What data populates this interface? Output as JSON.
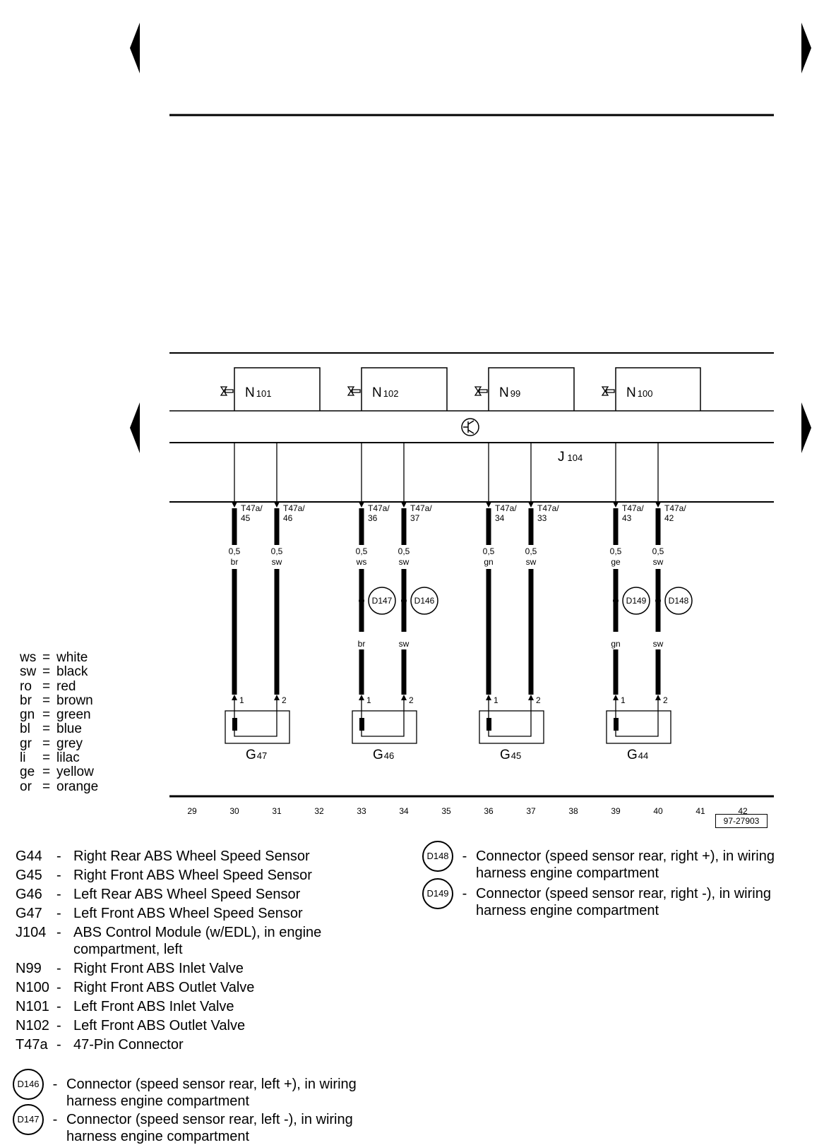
{
  "module": {
    "code": "J",
    "sub": "104"
  },
  "valves": [
    {
      "code": "N",
      "sub": "101"
    },
    {
      "code": "N",
      "sub": "102"
    },
    {
      "code": "N",
      "sub": "99"
    },
    {
      "code": "N",
      "sub": "100"
    }
  ],
  "sensors": [
    {
      "code": "G",
      "sub": "47",
      "wires": [
        {
          "pin_top": "T47a/",
          "pin_num": "45",
          "size": "0,5",
          "color": "br",
          "pin": "1"
        },
        {
          "pin_top": "T47a/",
          "pin_num": "46",
          "size": "0,5",
          "color": "sw",
          "pin": "2"
        }
      ]
    },
    {
      "code": "G",
      "sub": "46",
      "wires": [
        {
          "pin_top": "T47a/",
          "pin_num": "36",
          "size": "0,5",
          "color": "ws",
          "connector": "D147",
          "color_below": "br",
          "pin": "1"
        },
        {
          "pin_top": "T47a/",
          "pin_num": "37",
          "size": "0,5",
          "color": "sw",
          "connector": "D146",
          "color_below": "sw",
          "pin": "2"
        }
      ]
    },
    {
      "code": "G",
      "sub": "45",
      "wires": [
        {
          "pin_top": "T47a/",
          "pin_num": "34",
          "size": "0,5",
          "color": "gn",
          "pin": "1"
        },
        {
          "pin_top": "T47a/",
          "pin_num": "33",
          "size": "0,5",
          "color": "sw",
          "pin": "2"
        }
      ]
    },
    {
      "code": "G",
      "sub": "44",
      "wires": [
        {
          "pin_top": "T47a/",
          "pin_num": "43",
          "size": "0,5",
          "color": "ge",
          "connector": "D149",
          "color_below": "gn",
          "pin": "1"
        },
        {
          "pin_top": "T47a/",
          "pin_num": "42",
          "size": "0,5",
          "color": "sw",
          "connector": "D148",
          "color_below": "sw",
          "pin": "2"
        }
      ]
    }
  ],
  "grid_numbers": [
    "29",
    "30",
    "31",
    "32",
    "33",
    "34",
    "35",
    "36",
    "37",
    "38",
    "39",
    "40",
    "41",
    "42"
  ],
  "figure_code": "97-27903",
  "color_codes": [
    {
      "code": "ws",
      "name": "white"
    },
    {
      "code": "sw",
      "name": "black"
    },
    {
      "code": "ro",
      "name": "red"
    },
    {
      "code": "br",
      "name": "brown"
    },
    {
      "code": "gn",
      "name": "green"
    },
    {
      "code": "bl",
      "name": "blue"
    },
    {
      "code": "gr",
      "name": "grey"
    },
    {
      "code": "li",
      "name": "lilac"
    },
    {
      "code": "ge",
      "name": "yellow"
    },
    {
      "code": "or",
      "name": "orange"
    }
  ],
  "legend": [
    {
      "code": "G44",
      "desc": "Right Rear ABS Wheel Speed Sensor"
    },
    {
      "code": "G45",
      "desc": "Right Front ABS Wheel Speed Sensor"
    },
    {
      "code": "G46",
      "desc": "Left Rear ABS Wheel Speed Sensor"
    },
    {
      "code": "G47",
      "desc": "Left Front ABS Wheel Speed Sensor"
    },
    {
      "code": "J104",
      "desc": "ABS Control Module (w/EDL), in engine compartment, left"
    },
    {
      "code": "N99",
      "desc": "Right Front ABS Inlet Valve"
    },
    {
      "code": "N100",
      "desc": "Right Front ABS Outlet Valve"
    },
    {
      "code": "N101",
      "desc": "Left Front ABS Inlet Valve"
    },
    {
      "code": "N102",
      "desc": "Left Front ABS Outlet Valve"
    },
    {
      "code": "T47a",
      "desc": "47-Pin Connector"
    }
  ],
  "connector_legend": [
    {
      "code": "D146",
      "desc": "Connector (speed sensor rear, left +), in wiring harness engine compartment"
    },
    {
      "code": "D147",
      "desc": "Connector (speed sensor rear, left -), in wiring harness engine compartment"
    },
    {
      "code": "D148",
      "desc": "Connector (speed sensor rear, right +), in wiring harness engine compartment"
    },
    {
      "code": "D149",
      "desc": "Connector (speed sensor rear, right -), in wiring harness engine compartment"
    }
  ]
}
